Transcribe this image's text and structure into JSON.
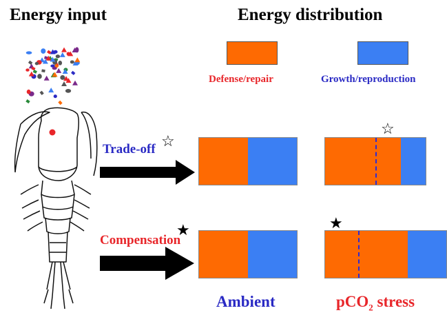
{
  "headings": {
    "left": "Energy input",
    "right": "Energy distribution"
  },
  "legend": [
    {
      "label": "Defense/repair",
      "color": "#fe6a02",
      "text_color": "#e8262a"
    },
    {
      "label": "Growth/reproduction",
      "color": "#3b7ff3",
      "text_color": "#2a2ac4"
    }
  ],
  "rows": [
    {
      "label": "Trade-off",
      "label_color": "#2a2ac4",
      "star": "☆",
      "bars": [
        {
          "condition": "Ambient",
          "defense_fraction": 0.5,
          "growth_fraction": 0.5
        },
        {
          "condition": "pCO2 stress",
          "defense_fraction": 0.75,
          "growth_fraction": 0.25,
          "star": "☆",
          "dashed_fraction": 0.5
        }
      ]
    },
    {
      "label": "Compensation",
      "label_color": "#e8262a",
      "star": "★",
      "bars": [
        {
          "condition": "Ambient",
          "defense_fraction": 0.5,
          "growth_fraction": 0.5
        },
        {
          "condition": "pCO2 stress",
          "defense_fraction": 0.68,
          "growth_fraction": 0.32,
          "star": "★",
          "dashed_fraction": 0.27
        }
      ]
    }
  ],
  "bottom": {
    "ambient": {
      "text": "Ambient",
      "color": "#2a2ac4"
    },
    "stress": {
      "prefix": "pCO",
      "subscript": "2",
      "suffix": " stress",
      "color": "#e8262a"
    }
  },
  "particle_colors": [
    "#e8262a",
    "#2a2ac4",
    "#fe6a02",
    "#3b7ff3",
    "#7a2a8a",
    "#2a8a3a",
    "#555555"
  ]
}
